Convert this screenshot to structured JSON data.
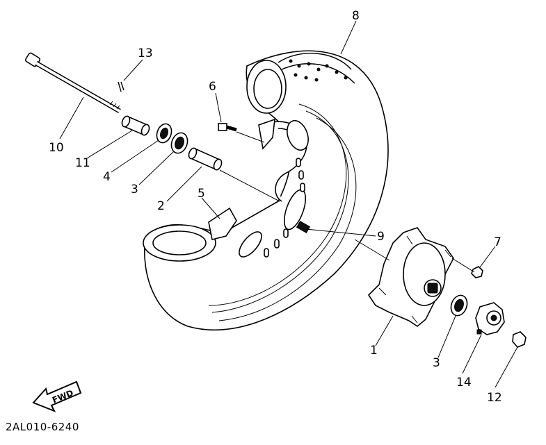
{
  "diagram": {
    "callouts": [
      "8",
      "13",
      "6",
      "10",
      "11",
      "4",
      "3",
      "2",
      "5",
      "9",
      "7",
      "1",
      "3",
      "14",
      "12"
    ],
    "fwd_label": "FWD",
    "part_number": "2AL010-6240"
  },
  "colors": {
    "ink": "#000000",
    "paper": "#ffffff"
  }
}
